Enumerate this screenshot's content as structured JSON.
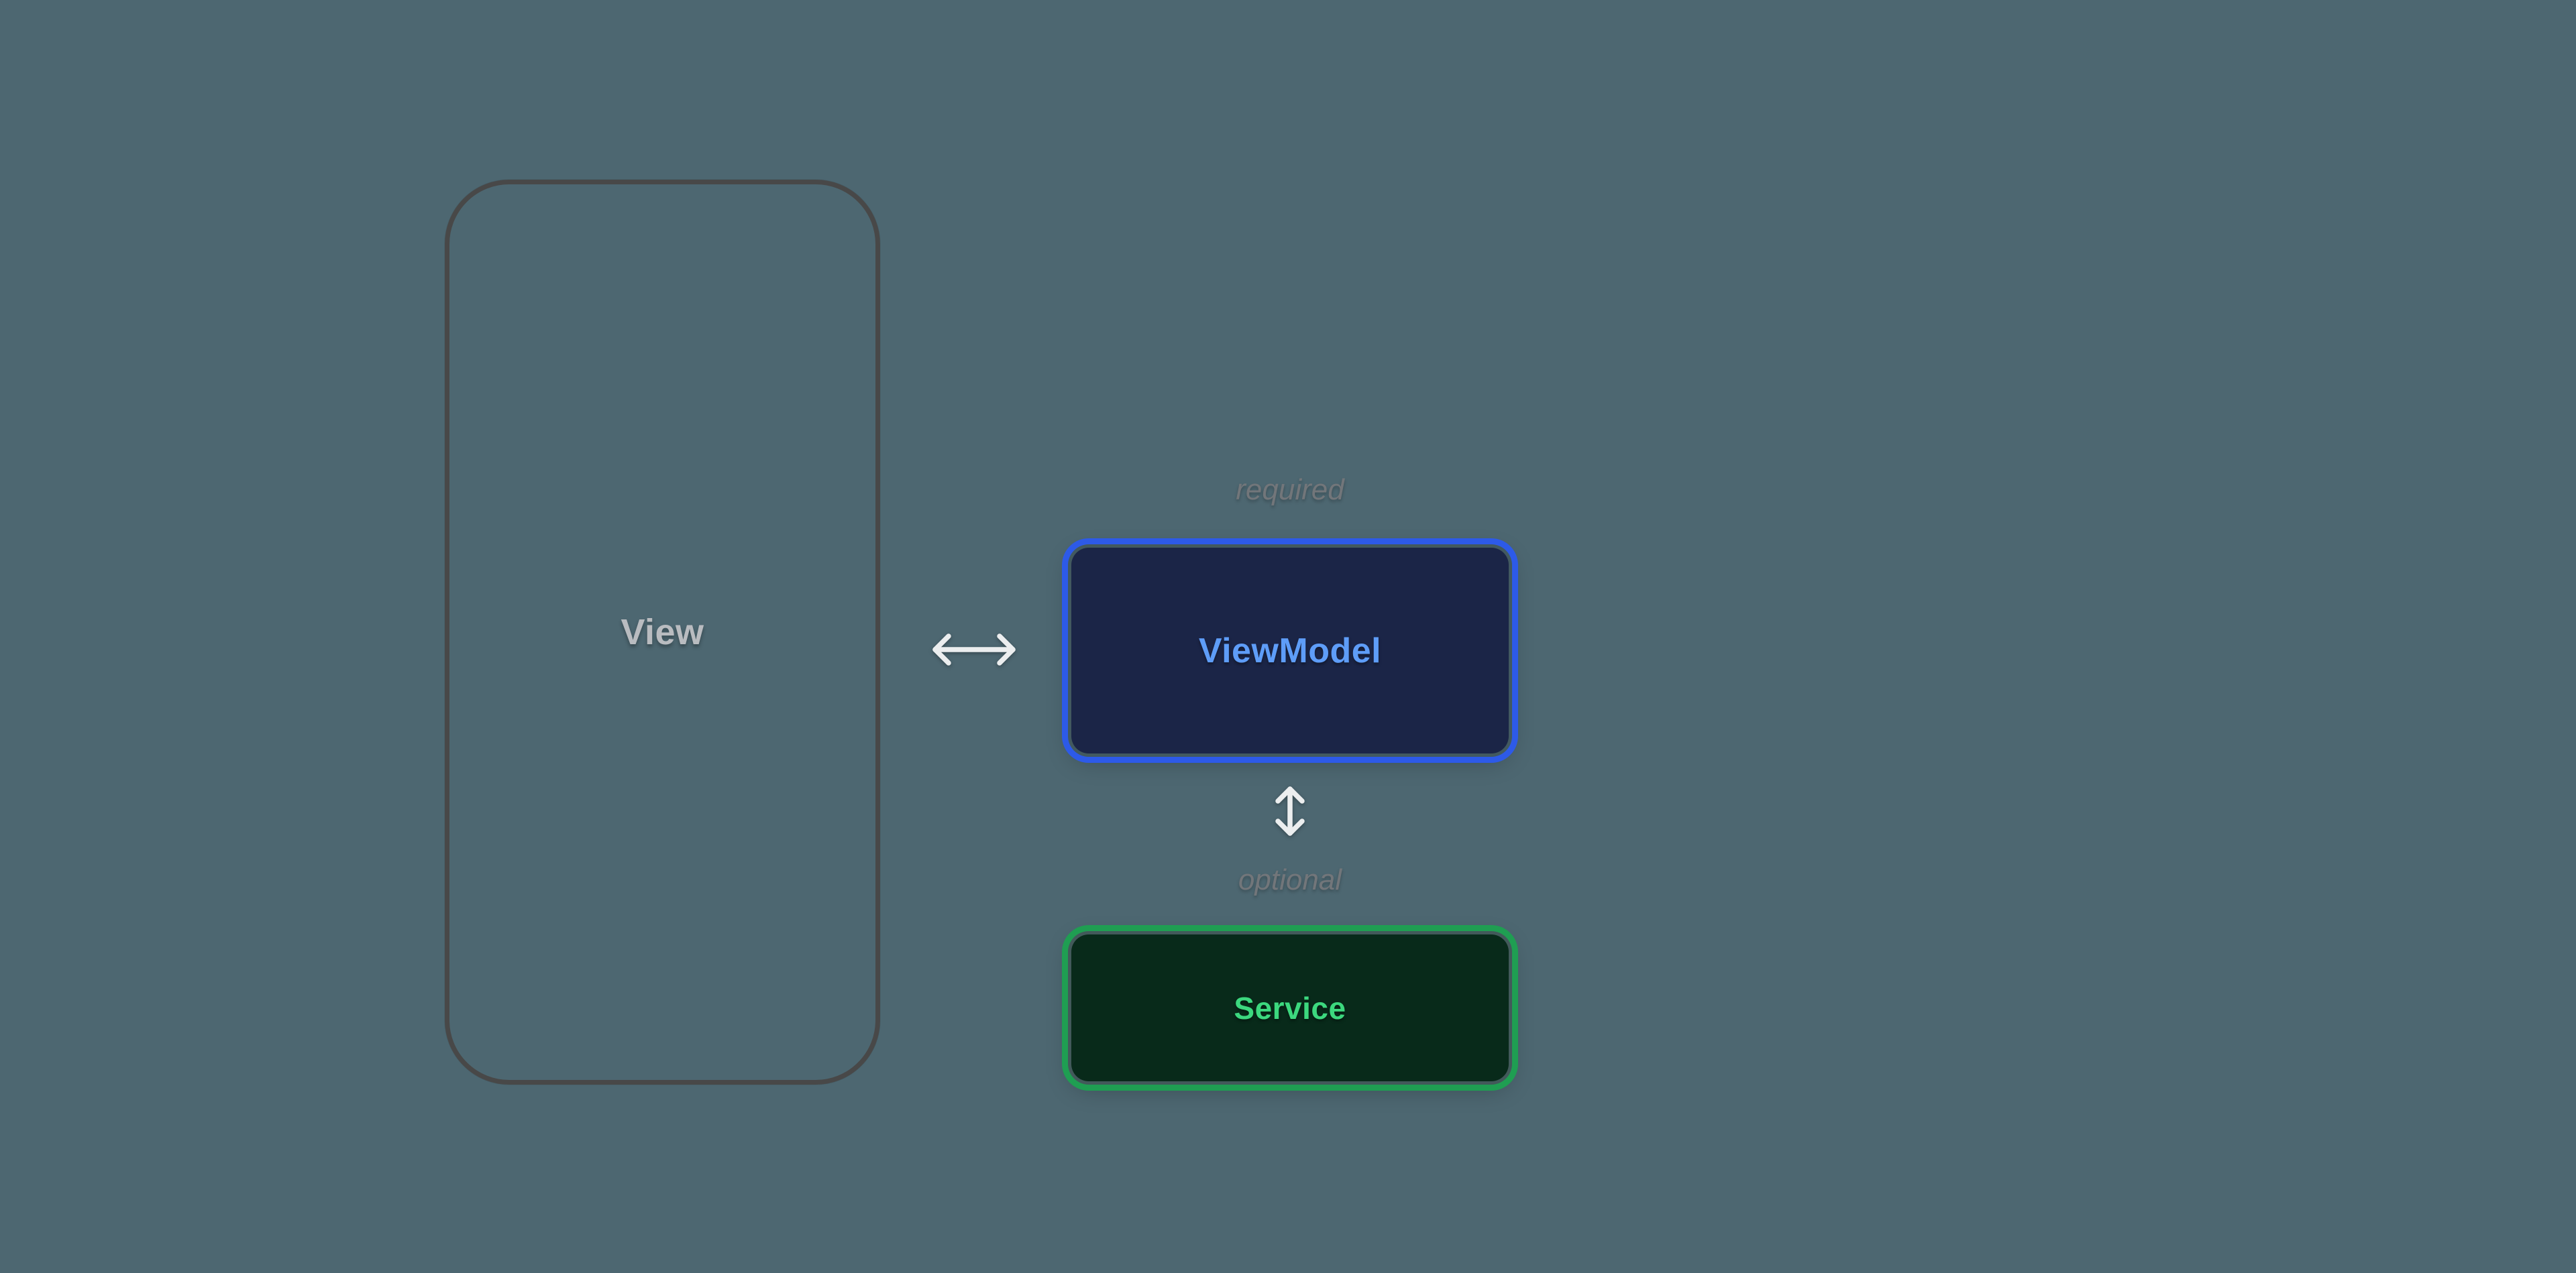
{
  "diagram": {
    "background_color": "#4d6771",
    "nodes": {
      "view": {
        "label": "View",
        "shape": "phone-outline",
        "border_color": "#484848",
        "text_color": "#b9bcc0"
      },
      "viewmodel": {
        "label": "ViewModel",
        "annotation": "required",
        "fill_color": "#1b2547",
        "ring_color": "#2d5ae8",
        "text_color": "#5e9df8"
      },
      "service": {
        "label": "Service",
        "annotation": "optional",
        "fill_color": "#082a1a",
        "ring_color": "#1f9e52",
        "text_color": "#3cd87e"
      }
    },
    "edges": [
      {
        "from": "view",
        "to": "viewmodel",
        "direction": "bidirectional",
        "orientation": "horizontal"
      },
      {
        "from": "viewmodel",
        "to": "service",
        "direction": "bidirectional",
        "orientation": "vertical"
      }
    ],
    "arrow_color": "#eceeef"
  }
}
